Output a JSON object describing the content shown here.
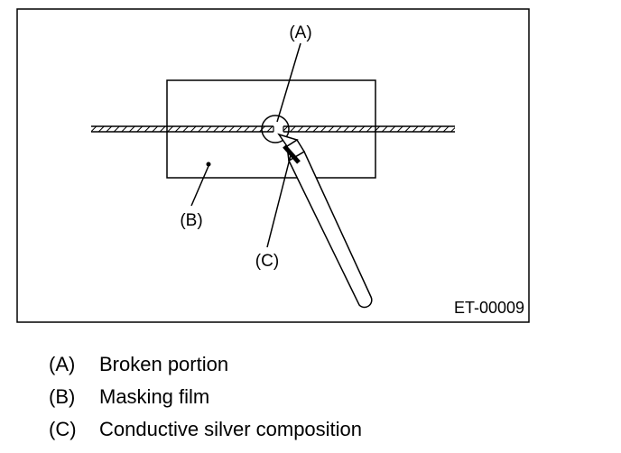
{
  "diagram": {
    "callouts": {
      "a": "(A)",
      "b": "(B)",
      "c": "(C)"
    },
    "figure_code": "ET-00009"
  },
  "legend": {
    "items": [
      {
        "key": "(A)",
        "text": "Broken portion"
      },
      {
        "key": "(B)",
        "text": "Masking film"
      },
      {
        "key": "(C)",
        "text": "Conductive silver composition"
      }
    ]
  }
}
